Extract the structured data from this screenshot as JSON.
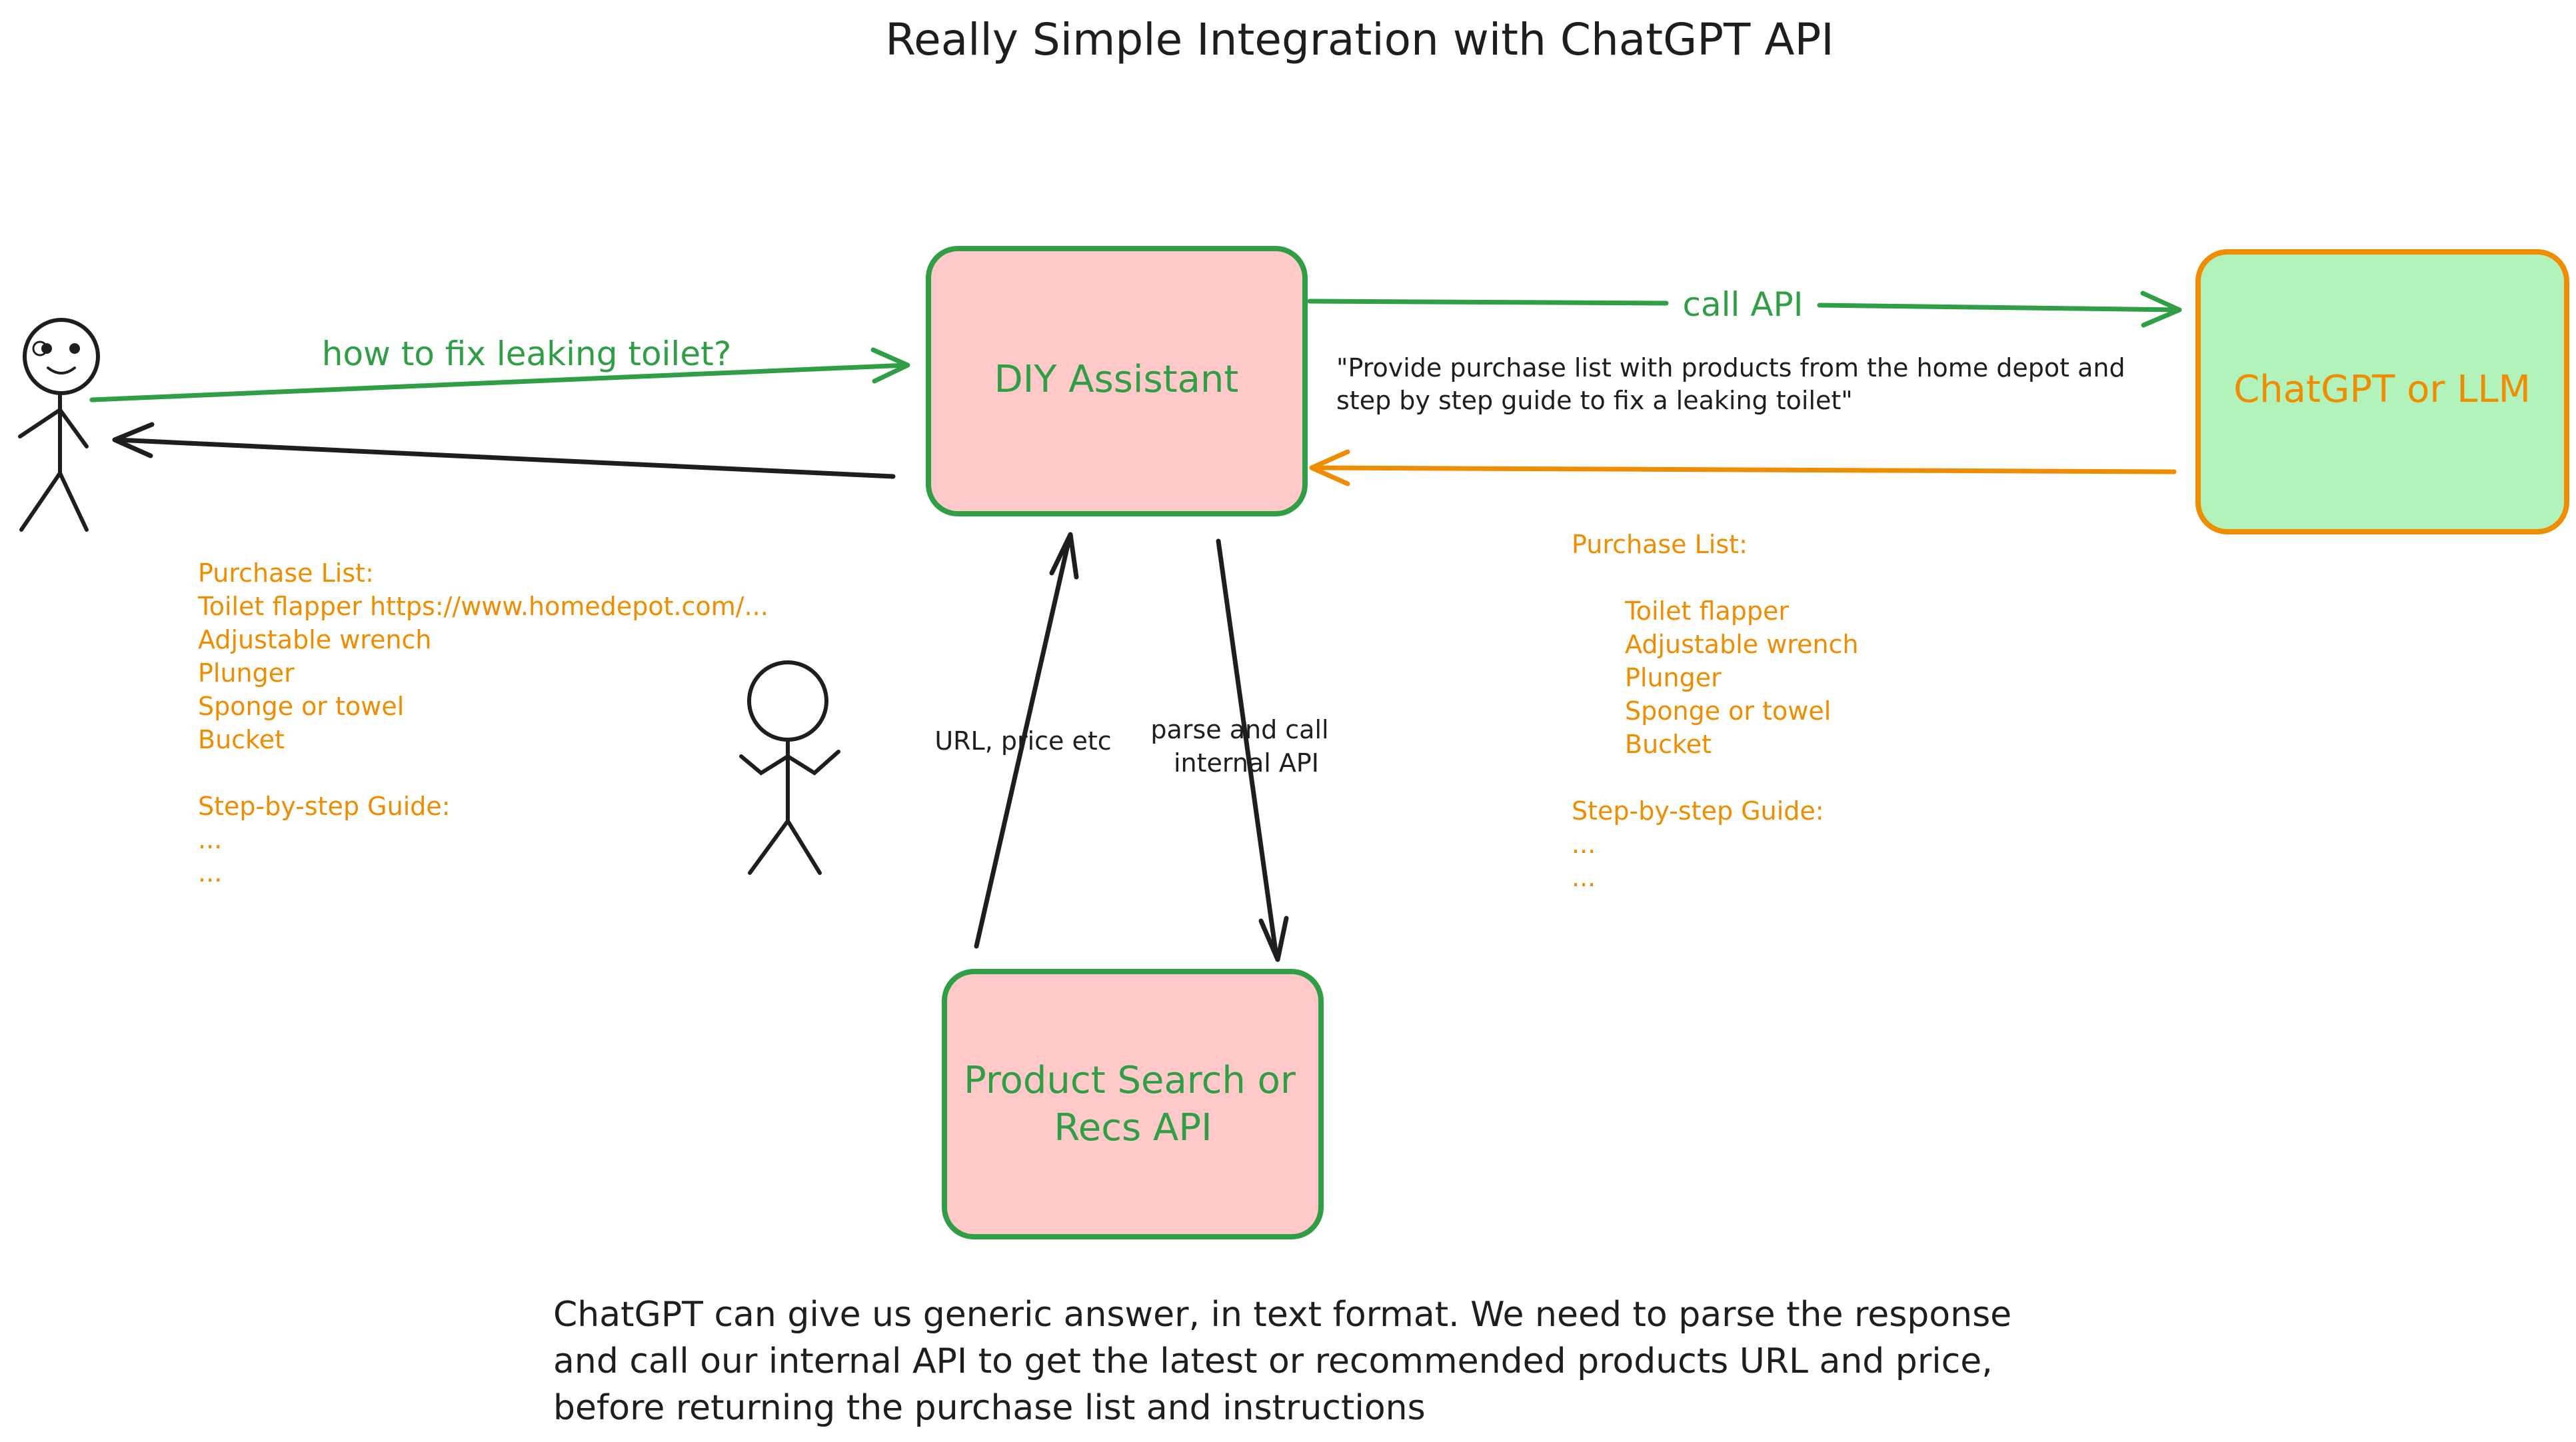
{
  "title": "Really Simple Integration with ChatGPT API",
  "colors": {
    "green": "#2f9e44",
    "orange": "#f08c00",
    "ink": "#1e1e1e",
    "pink_fill": "#ffc9c9",
    "green_fill": "#b2f2bb"
  },
  "icons": {
    "user": "stick-figure-smiling",
    "shrug": "stick-figure-shrugging"
  },
  "boxes": {
    "diy": "DIY Assistant",
    "llm": "ChatGPT or LLM",
    "search_line1": "Product Search or",
    "search_line2": "Recs API"
  },
  "arrows": {
    "question": "how to fix leaking toilet?",
    "call_api": "call API",
    "prompt_line1": "\"Provide purchase list with products from the home depot and",
    "prompt_line2": "step by step guide to fix a leaking toilet\"",
    "url_price": "URL, price etc",
    "parse_line1": "parse and call",
    "parse_line2": "internal API"
  },
  "left_list": {
    "heading": "Purchase List:",
    "items": [
      "Toilet flapper https://www.homedepot.com/...",
      "Adjustable wrench",
      "Plunger",
      "Sponge or towel",
      "Bucket"
    ],
    "guide_heading": "Step-by-step Guide:",
    "guide_items": [
      "...",
      "..."
    ]
  },
  "right_list": {
    "heading": "Purchase List:",
    "items": [
      "Toilet flapper",
      "Adjustable wrench",
      "Plunger",
      "Sponge or towel",
      "Bucket"
    ],
    "guide_heading": "Step-by-step Guide:",
    "guide_items": [
      "...",
      "..."
    ]
  },
  "note": {
    "line1": "ChatGPT can give us generic answer, in text format. We need to parse the response",
    "line2": "and call our internal API to get the latest or recommended products URL and price,",
    "line3": "before returning the purchase list and instructions"
  }
}
